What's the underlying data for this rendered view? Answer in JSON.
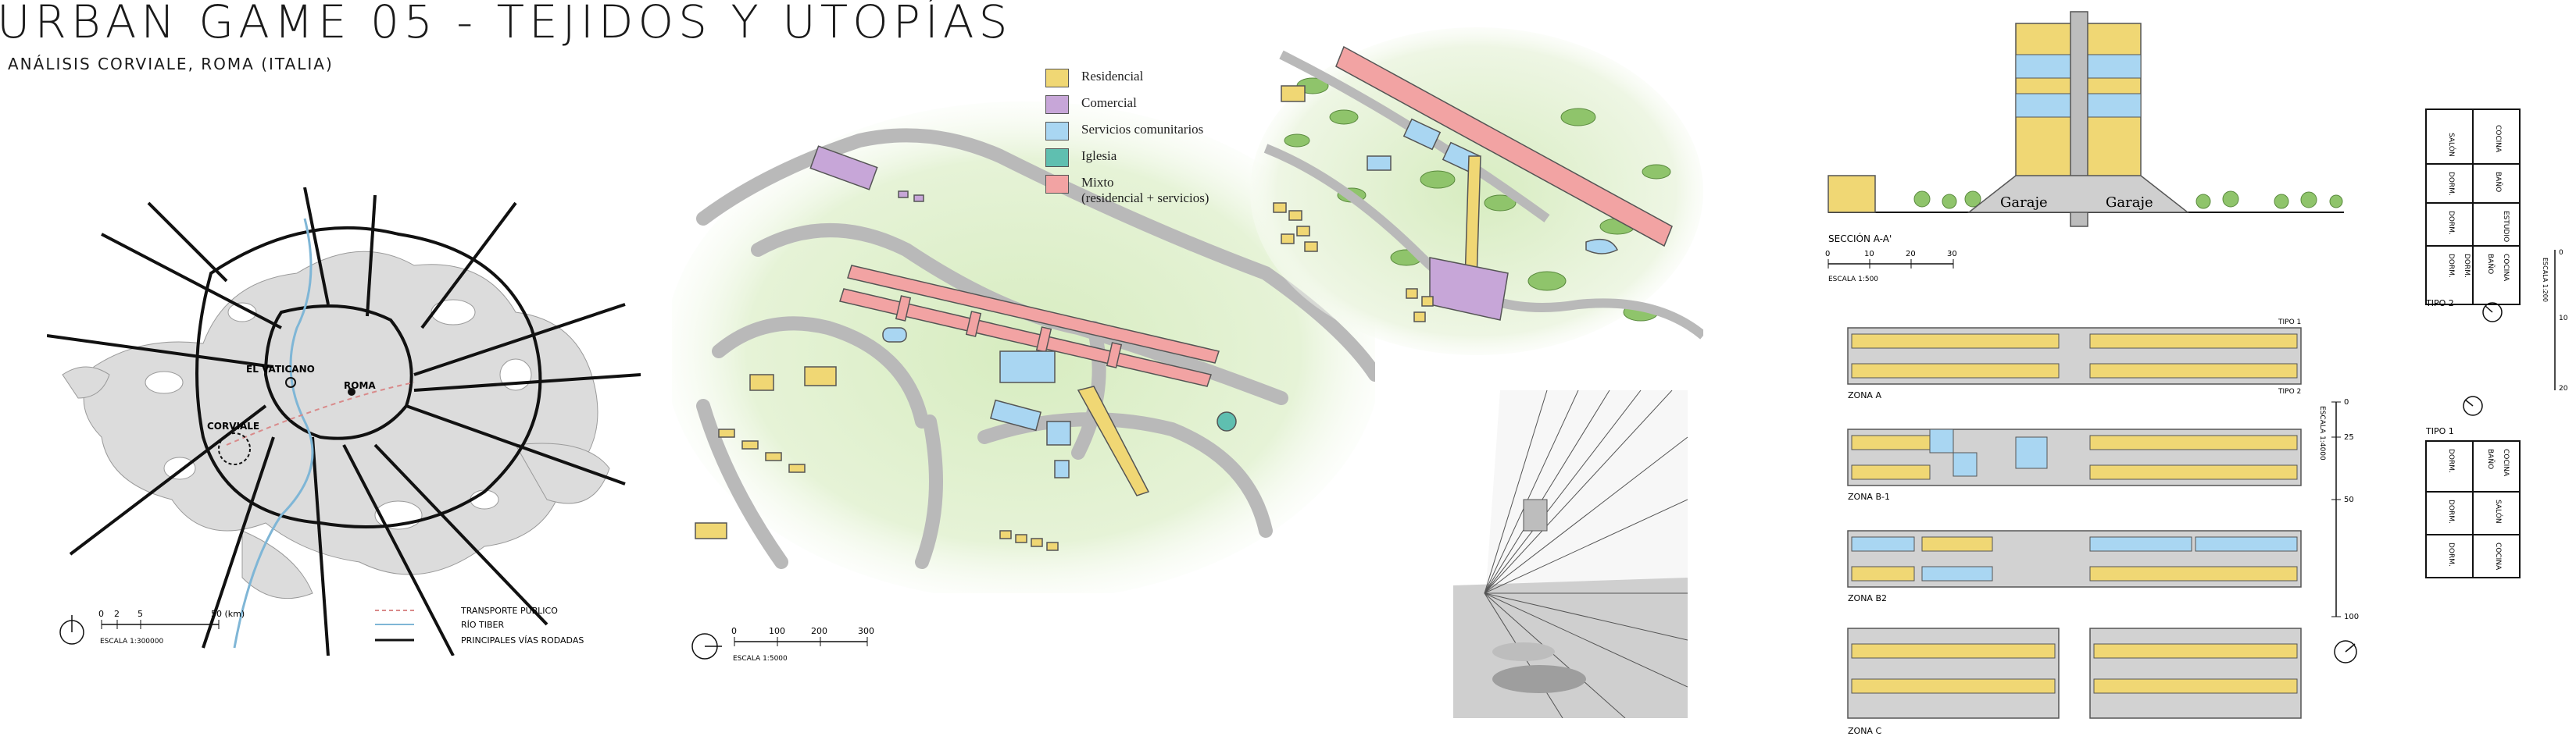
{
  "header": {
    "title": "URBAN GAME 05 - TEJIDOS Y UTOPÍAS",
    "subtitle": "ANÁLISIS CORVIALE, ROMA (ITALIA)"
  },
  "rome_map": {
    "labels": {
      "vaticano": "EL VATICANO",
      "roma": "ROMA",
      "corviale": "CORVIALE"
    },
    "scale_ticks": [
      "0",
      "2",
      "5",
      "50 (km)"
    ],
    "scale_label": "ESCALA 1:300000",
    "legend": [
      {
        "label": "TRANSPORTE PÚBLICO",
        "color": "#d98a8a"
      },
      {
        "label": "RÍO TIBER",
        "color": "#7fb6d6"
      },
      {
        "label": "PRINCIPALES VÍAS RODADAS",
        "color": "#111111"
      }
    ]
  },
  "site_plan": {
    "scale_ticks": [
      "0",
      "100",
      "200",
      "300"
    ],
    "scale_label": "ESCALA 1:5000"
  },
  "use_legend": [
    {
      "label": "Residencial",
      "color": "#f0d774"
    },
    {
      "label": "Comercial",
      "color": "#c7a6d8"
    },
    {
      "label": "Servicios comunitarios",
      "color": "#a9d6f2"
    },
    {
      "label": "Iglesia",
      "color": "#5fbfb0"
    },
    {
      "label": "Mixto",
      "label2": "(residencial + servicios)",
      "color": "#f2a3a3"
    }
  ],
  "section": {
    "garage_left": "Garaje",
    "garage_right": "Garaje",
    "label": "SECCIÓN A-A'",
    "scale_ticks": [
      "0",
      "10",
      "20",
      "30"
    ],
    "scale_label": "ESCALA 1:500"
  },
  "zones": {
    "a": "ZONA A",
    "b1": "ZONA B-1",
    "b2": "ZONA B2",
    "c": "ZONA C",
    "tipo1_tag": "TIPO 1",
    "tipo2_tag": "TIPO 2",
    "vertical_scale_ticks": [
      "0",
      "25",
      "50",
      "100"
    ],
    "vertical_scale_label": "ESCALA 1:4000"
  },
  "types": {
    "tipo2": "TIPO 2",
    "tipo1": "TIPO 1",
    "rooms_tipo2": [
      "COCINA",
      "SALÓN",
      "BAÑO",
      "DORM.",
      "ESTUDIO",
      "DORM.",
      "BAÑO",
      "COCINA",
      "DORM.",
      "DORM."
    ],
    "rooms_tipo1": [
      "DORM.",
      "BAÑO",
      "COCINA",
      "DORM.",
      "SALÓN",
      "COCINA",
      "DORM."
    ],
    "scale_ticks": [
      "0",
      "10",
      "20"
    ],
    "scale_label": "ESCALA 1:200"
  }
}
